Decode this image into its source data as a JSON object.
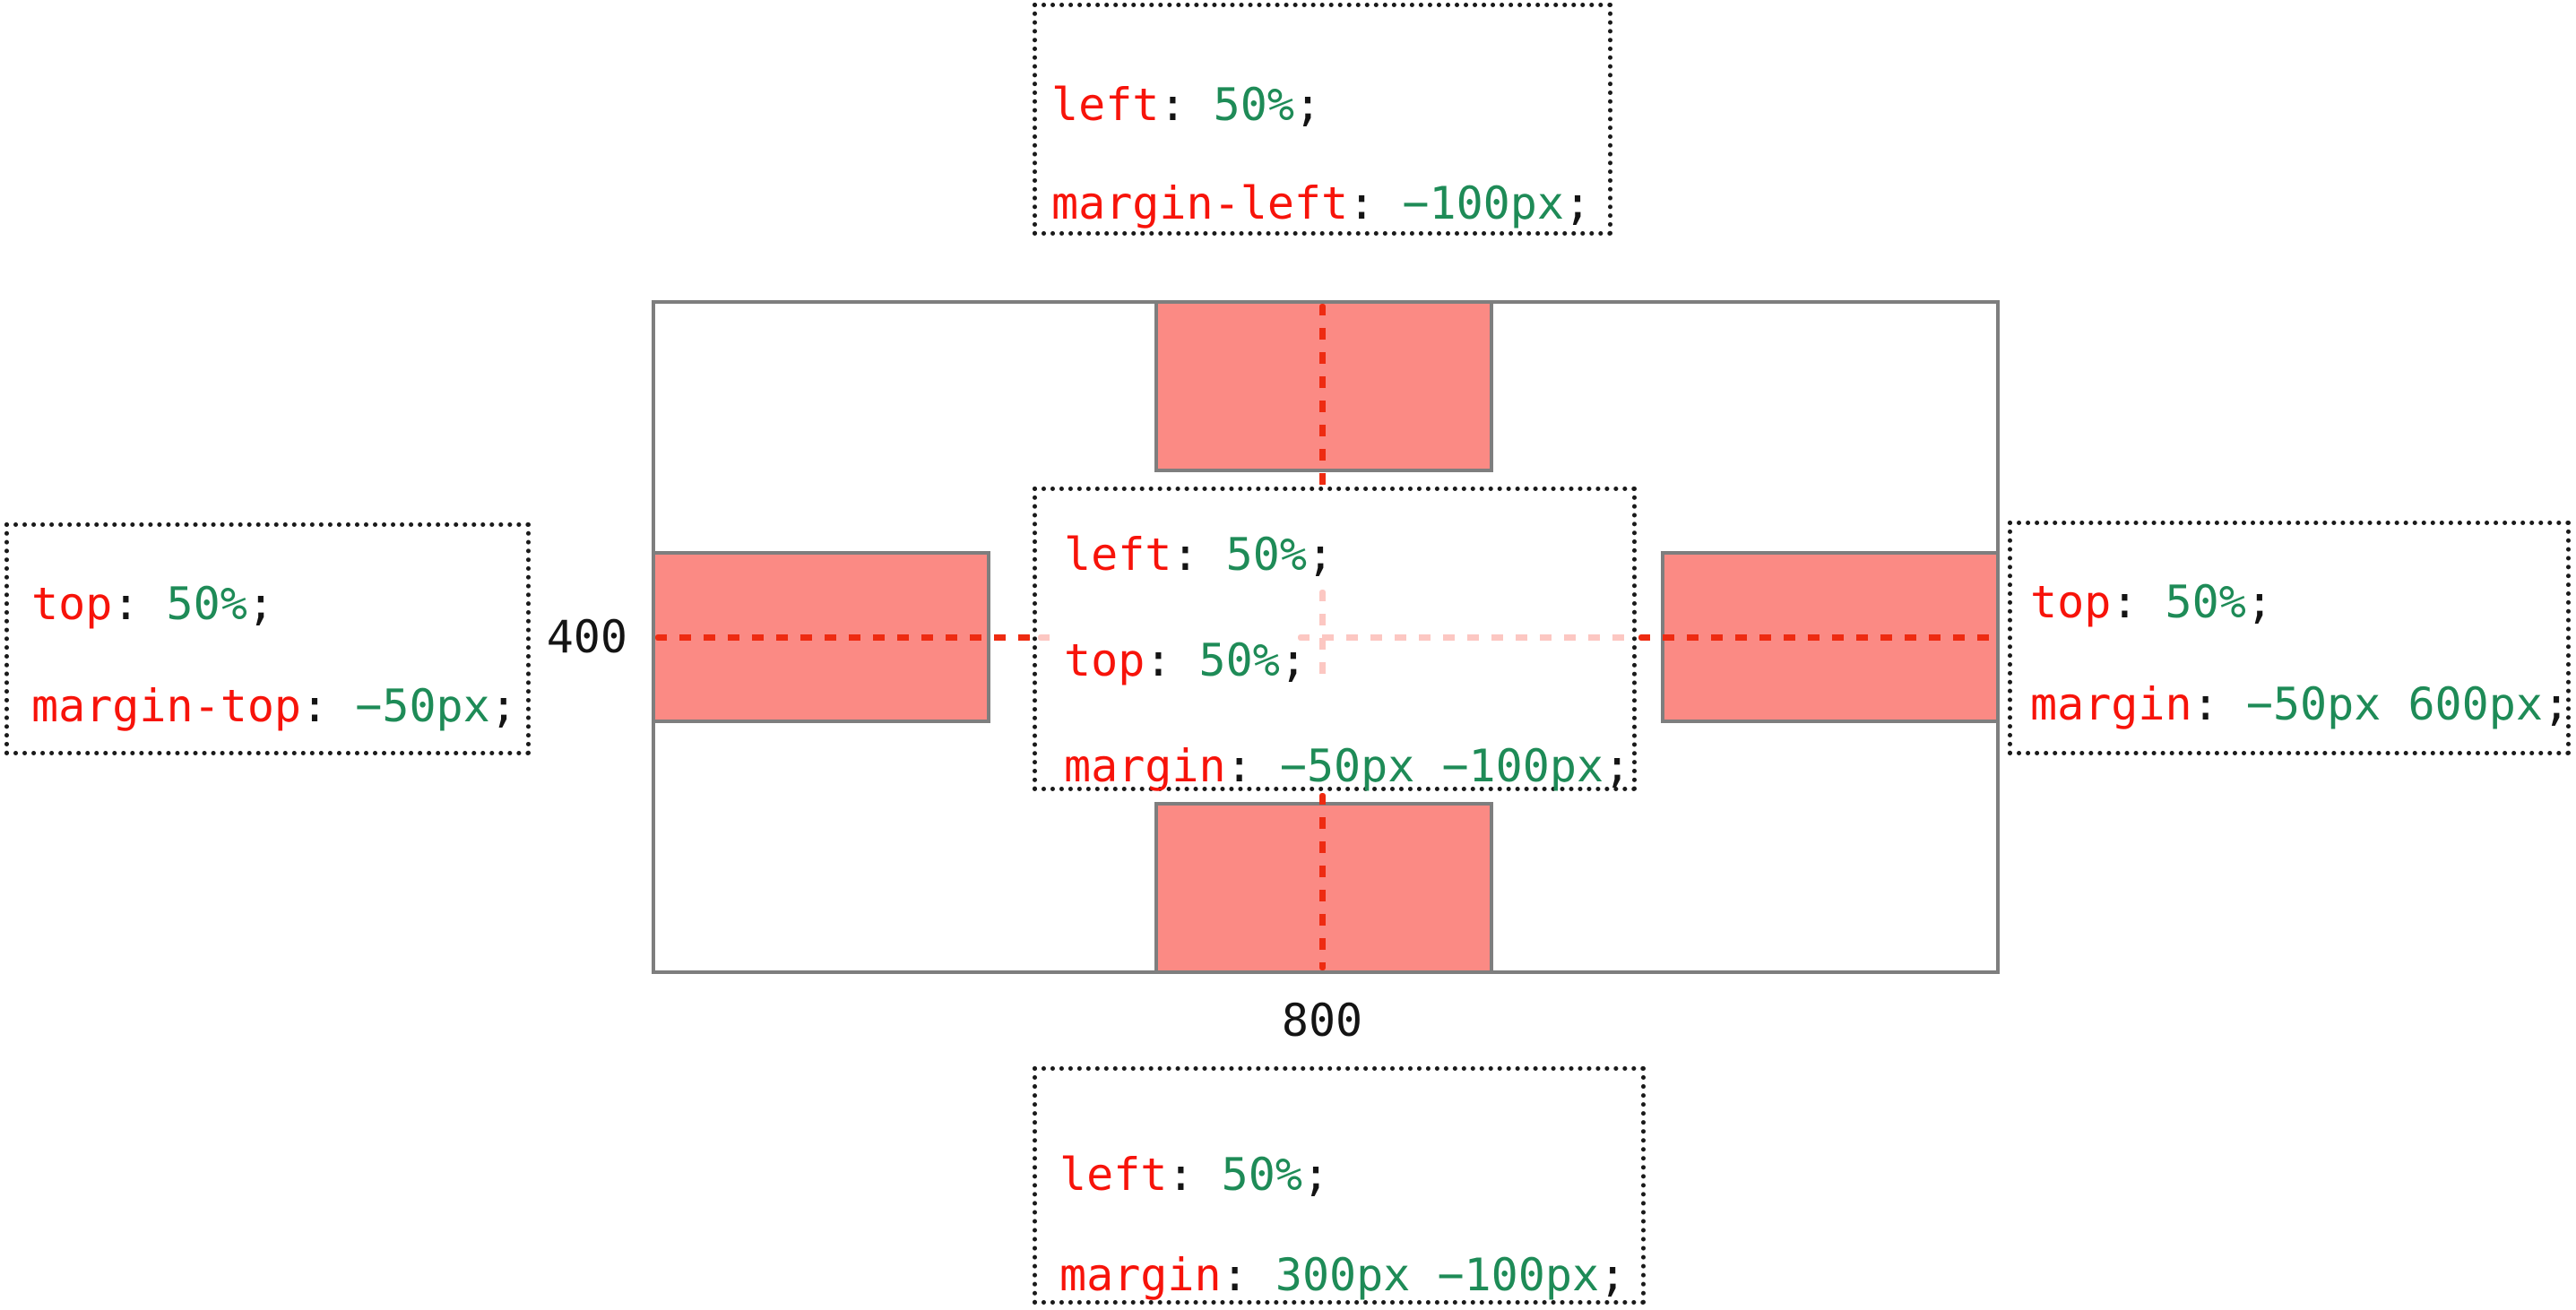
{
  "figure": {
    "width_label": "800",
    "height_label": "400"
  },
  "colors": {
    "property_text": "#f7130a",
    "value_text": "#1e8b57",
    "plain_text": "#141414",
    "pink_fill": "#fb8a84",
    "gray_border": "#7e7e7e",
    "red_guide_line": "#ee2b11",
    "pale_guide_line": "#fcc7c2"
  },
  "annotations": {
    "top": {
      "rows": [
        [
          [
            "left",
            "prop"
          ],
          [
            ": ",
            "plain"
          ],
          [
            "50%",
            "val"
          ],
          [
            ";",
            "plain"
          ]
        ],
        [
          [
            "margin-left",
            "prop"
          ],
          [
            ": ",
            "plain"
          ],
          [
            "−100px",
            "val"
          ],
          [
            ";",
            "plain"
          ]
        ]
      ]
    },
    "left": {
      "rows": [
        [
          [
            "top",
            "prop"
          ],
          [
            ": ",
            "plain"
          ],
          [
            "50%",
            "val"
          ],
          [
            ";",
            "plain"
          ]
        ],
        [
          [
            "margin-top",
            "prop"
          ],
          [
            ": ",
            "plain"
          ],
          [
            "−50px",
            "val"
          ],
          [
            ";",
            "plain"
          ]
        ]
      ]
    },
    "center": {
      "rows": [
        [
          [
            "left",
            "prop"
          ],
          [
            ": ",
            "plain"
          ],
          [
            "50%",
            "val"
          ],
          [
            ";",
            "plain"
          ]
        ],
        [
          [
            "top",
            "prop"
          ],
          [
            ": ",
            "plain"
          ],
          [
            "50%",
            "val"
          ],
          [
            ";",
            "plain"
          ]
        ],
        [
          [
            "margin",
            "prop"
          ],
          [
            ": ",
            "plain"
          ],
          [
            "−50px −100px",
            "val"
          ],
          [
            ";",
            "plain"
          ]
        ]
      ]
    },
    "right": {
      "rows": [
        [
          [
            "top",
            "prop"
          ],
          [
            ": ",
            "plain"
          ],
          [
            "50%",
            "val"
          ],
          [
            ";",
            "plain"
          ]
        ],
        [
          [
            "margin",
            "prop"
          ],
          [
            ": ",
            "plain"
          ],
          [
            "−50px 600px",
            "val"
          ],
          [
            ";",
            "plain"
          ]
        ]
      ]
    },
    "bottom": {
      "rows": [
        [
          [
            "left",
            "prop"
          ],
          [
            ": ",
            "plain"
          ],
          [
            "50%",
            "val"
          ],
          [
            ";",
            "plain"
          ]
        ],
        [
          [
            "margin",
            "prop"
          ],
          [
            ": ",
            "plain"
          ],
          [
            "300px −100px",
            "val"
          ],
          [
            ";",
            "plain"
          ]
        ]
      ]
    }
  }
}
